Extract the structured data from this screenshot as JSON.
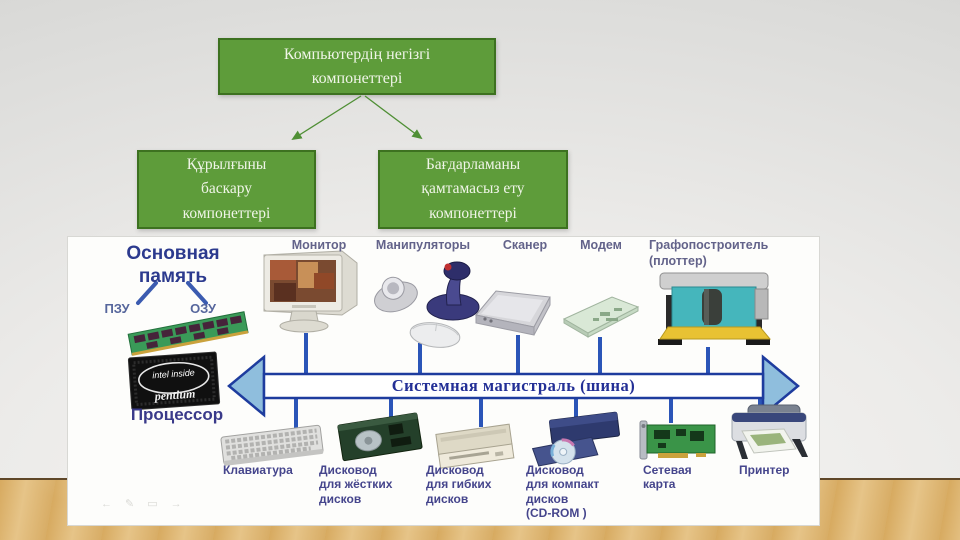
{
  "slide": {
    "root_box": {
      "label": "Компьютердің негізгі\nкомпонеттері"
    },
    "left_box": {
      "label": "Құрылғыны\nбаскару\nкомпонеттері"
    },
    "right_box": {
      "label": "Бағдарламаны\nқамтамасыз ету\nкомпонеттері"
    },
    "colors": {
      "box_fill": "#5e9c3a",
      "box_border": "#3d7120",
      "box_text": "#f0f5e8",
      "tree_connector": "#4f8f35",
      "background_top": "#d0d0ce",
      "background_bottom": "#f7f6f4",
      "desk_wood": "#ddb26d"
    }
  },
  "diagram": {
    "labels": {
      "main_memory": "Основная\nпамять",
      "rom": "ПЗУ",
      "ram": "ОЗУ",
      "monitor": "Монитор",
      "manipulators": "Манипуляторы",
      "scanner": "Сканер",
      "modem": "Модем",
      "plotter": "Графопостроитель\n(плоттер)",
      "processor": "Процессор",
      "bus": "Системная магистраль (шина)",
      "keyboard": "Клавиатура",
      "hdd": "Дисковод\nдля жёстких\nдисков",
      "floppy": "Дисковод\nдля гибких\nдисков",
      "cdrom": "Дисковод\nдля компакт\nдисков\n(CD-ROM )",
      "network": "Сетевая\nкарта",
      "printer": "Принтер"
    },
    "cpu_chip": {
      "line1": "intel inside",
      "line2": "pentium"
    },
    "colors": {
      "panel_background": "#fdfdfb",
      "label_text": "#45458c",
      "heading_text": "#2c3a8e",
      "bus_text": "#232f96",
      "bus_border": "#1e3c9e",
      "bus_arrow_fill": "#8fbedd",
      "connector_blue": "#2b55b8"
    }
  },
  "nav": {
    "icons": [
      {
        "name": "previous-slide",
        "glyph": "←"
      },
      {
        "name": "pen-tool",
        "glyph": "✎"
      },
      {
        "name": "frame-tool",
        "glyph": "▭"
      },
      {
        "name": "next-slide",
        "glyph": "→"
      }
    ]
  }
}
